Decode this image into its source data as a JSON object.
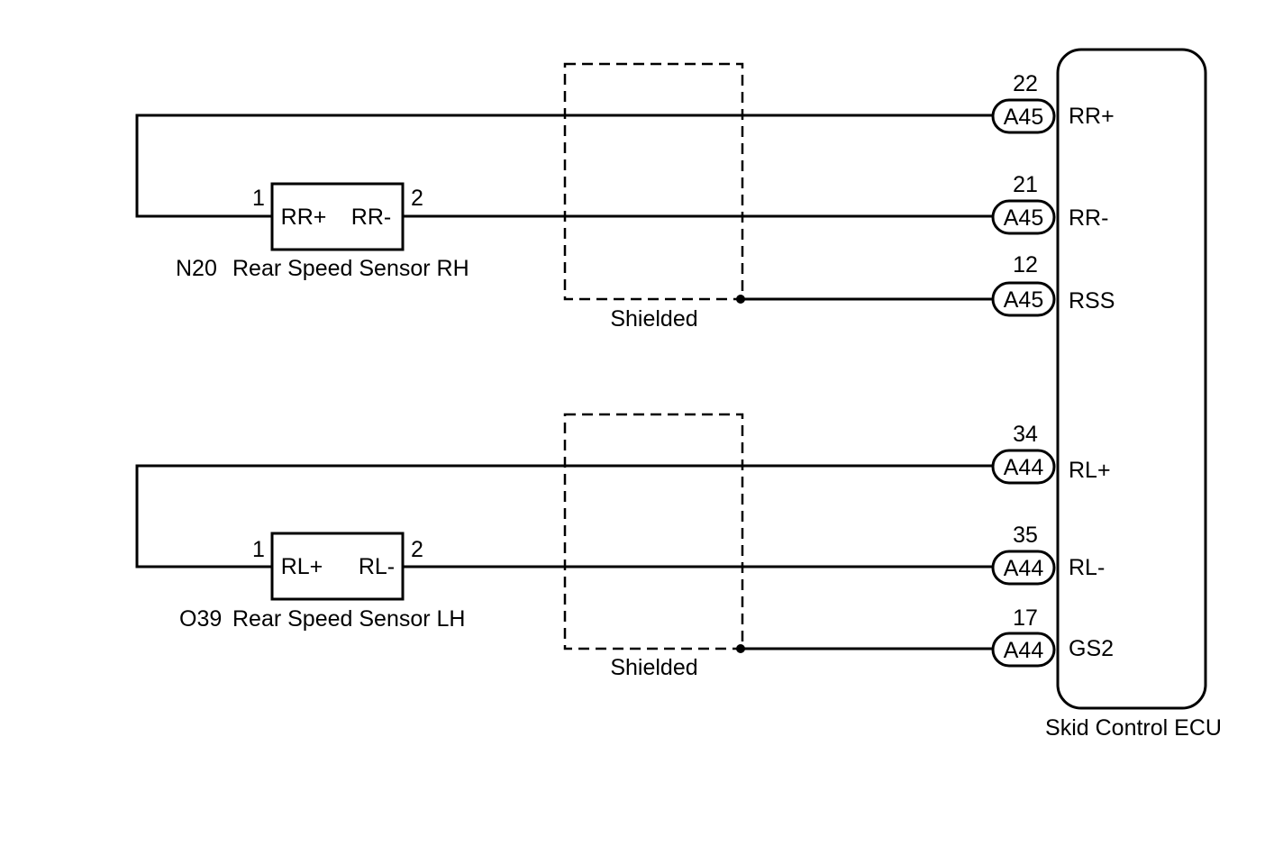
{
  "ecu": {
    "label": "Skid Control ECU",
    "pins": [
      {
        "number": "22",
        "connector": "A45",
        "signal": "RR+"
      },
      {
        "number": "21",
        "connector": "A45",
        "signal": "RR-"
      },
      {
        "number": "12",
        "connector": "A45",
        "signal": "RSS"
      },
      {
        "number": "34",
        "connector": "A44",
        "signal": "RL+"
      },
      {
        "number": "35",
        "connector": "A44",
        "signal": "RL-"
      },
      {
        "number": "17",
        "connector": "A44",
        "signal": "GS2"
      }
    ]
  },
  "sensors": [
    {
      "code": "N20",
      "name": "Rear Speed Sensor RH",
      "pin1": "1",
      "pin2": "2",
      "term_plus": "RR+",
      "term_minus": "RR-"
    },
    {
      "code": "O39",
      "name": "Rear Speed Sensor LH",
      "pin1": "1",
      "pin2": "2",
      "term_plus": "RL+",
      "term_minus": "RL-"
    }
  ],
  "shields": [
    {
      "label": "Shielded"
    },
    {
      "label": "Shielded"
    }
  ]
}
